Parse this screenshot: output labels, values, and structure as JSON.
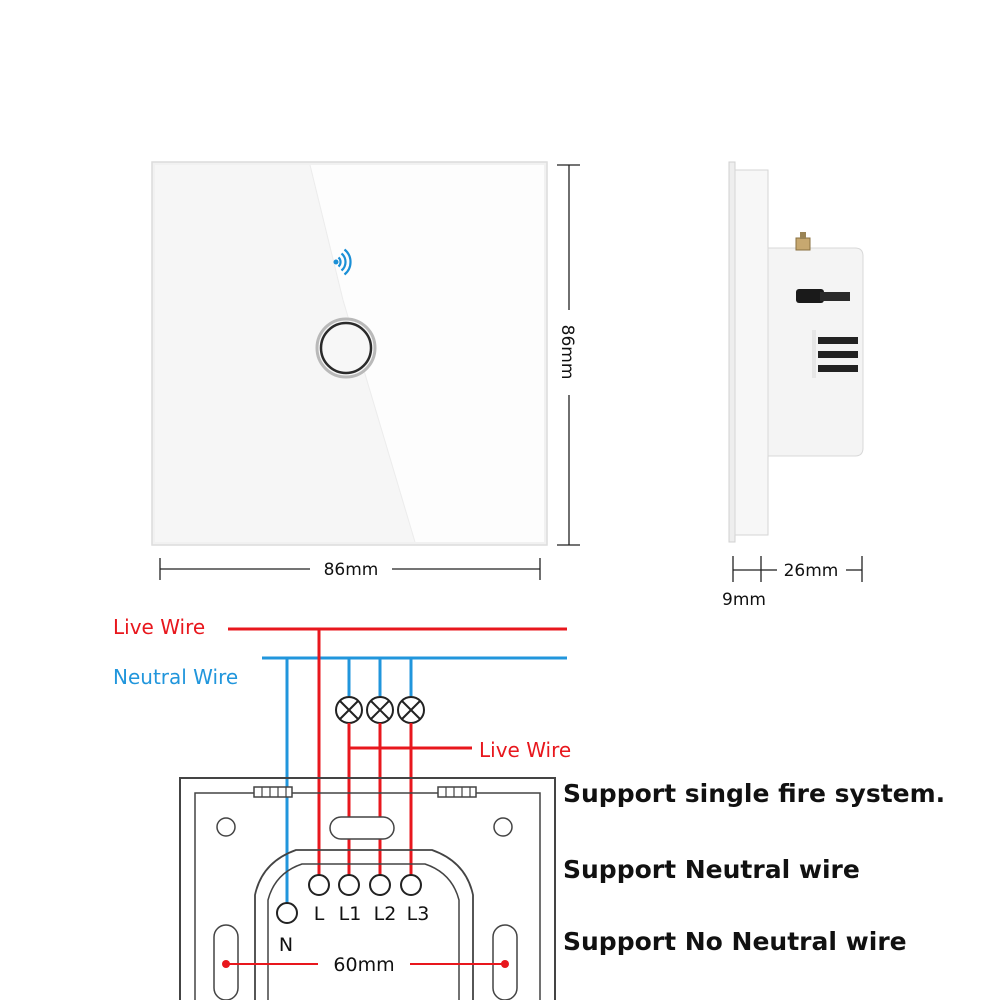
{
  "front_view": {
    "width_label": "86mm",
    "height_label": "86mm"
  },
  "side_view": {
    "depth_label": "26mm",
    "plate_label": "9mm"
  },
  "wiring": {
    "live_wire_label": "Live Wire",
    "neutral_wire_label": "Neutral Wire",
    "load_live_wire_label": "Live Wire",
    "terminals": [
      "N",
      "L",
      "L1",
      "L2",
      "L3"
    ],
    "mount_spacing_label": "60mm"
  },
  "features": [
    "Support single fire system.",
    "Support Neutral wire",
    "Support No Neutral wire"
  ],
  "colors": {
    "live": "#e8171d",
    "neutral": "#2196dc",
    "wifi": "#1a8fd6",
    "outline": "#444444"
  }
}
